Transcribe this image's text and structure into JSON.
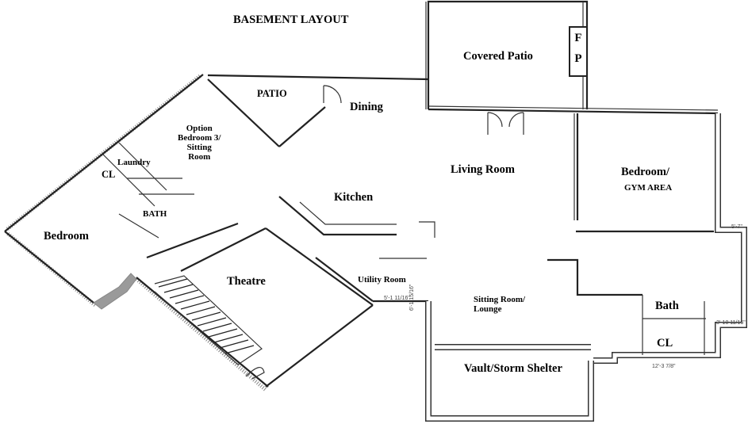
{
  "title": "BASEMENT LAYOUT",
  "rooms": {
    "covered_patio": "Covered Patio",
    "fp_top": "F",
    "fp_bottom": "P",
    "patio": "PATIO",
    "dining": "Dining",
    "option_bedroom_line1": "Option",
    "option_bedroom_line2": "Bedroom 3/",
    "option_bedroom_line3": "Sitting",
    "option_bedroom_line4": "Room",
    "laundry": "Laundry",
    "closet_left": "CL",
    "bath_left": "BATH",
    "bedroom_left": "Bedroom",
    "kitchen": "Kitchen",
    "living_room": "Living Room",
    "bedroom_right": "Bedroom/",
    "gym_area": "GYM AREA",
    "theatre": "Theatre",
    "utility_room": "Utility Room",
    "sitting_room_line1": "Sitting Room/",
    "sitting_room_line2": "Lounge",
    "bath_right": "Bath",
    "closet_right": "CL",
    "vault": "Vault/Storm Shelter"
  },
  "dimensions": {
    "d1": "5'-1 11/16\"",
    "d2": "6'-1 15/16\"",
    "d3": "3'-10 11/16\"",
    "d4": "12'-3 7/8\"",
    "d5": "5'-7\""
  }
}
